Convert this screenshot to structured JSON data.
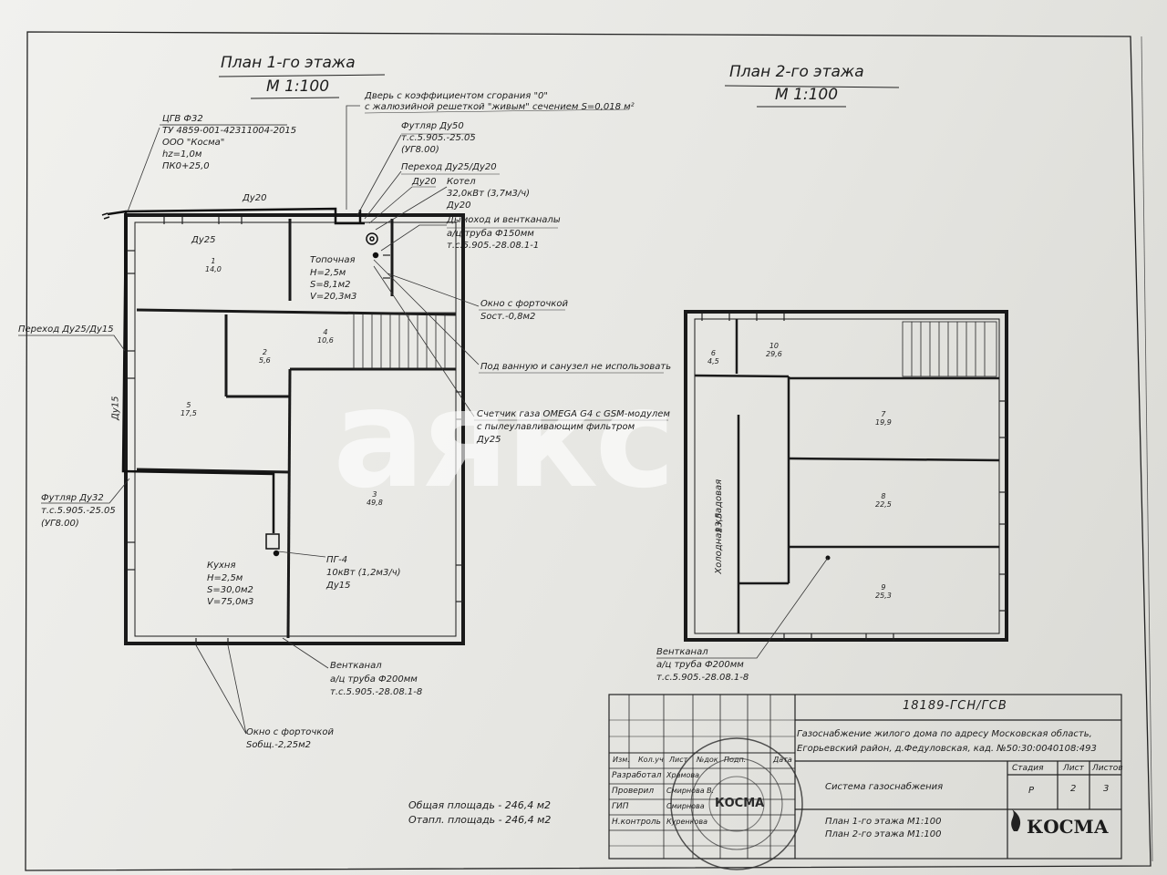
{
  "plan1": {
    "title": "План 1-го этажа",
    "scale": "М 1:100",
    "rooms": [
      {
        "num": "1",
        "area": "14,0"
      },
      {
        "num": "2",
        "area": "5,6"
      },
      {
        "num": "3",
        "area": "49,8"
      },
      {
        "num": "4",
        "area": "10,6"
      },
      {
        "num": "5",
        "area": "17,5"
      }
    ],
    "room_names": {
      "boiler": [
        "Топочная",
        "H=2,5м",
        "S=8,1м2",
        "V=20,3м3"
      ],
      "kitchen": [
        "Кухня",
        "H=2,5м",
        "S=30,0м2",
        "V=75,0м3"
      ]
    },
    "pipes": {
      "du20_top": "Ду20",
      "du25": "Ду25",
      "du15_vertical": "Ду15"
    },
    "callouts": {
      "door": [
        "Дверь с коэффициентом сгорания \"0\"",
        "с жалюзийной решеткой \"живым\" сечением S=0,018 м²"
      ],
      "csv": [
        "ЦГВ Ф32",
        "ТУ 4859-001-42311004-2015",
        "ООО \"Косма\"",
        "hz=1,0м",
        "ПК0+25,0"
      ],
      "sleeve50": [
        "Футляр Ду50",
        "т.с.5.905.-25.05",
        "(УГ8.00)"
      ],
      "transition_top": "Переход Ду25/Ду20",
      "du20": "Ду20",
      "boiler": [
        "Котел",
        "32,0кВт (3,7м3/ч)",
        "Ду20"
      ],
      "chimney": [
        "Дымоход и вентканалы",
        "а/ц труба Ф150мм",
        "т.с.5.905.-28.08.1-1"
      ],
      "window_boiler": [
        "Окно с форточкой",
        "Sост.-0,8м2"
      ],
      "bath_note": "Под ванную и санузел не использовать",
      "meter": [
        "Счетчик газа OMEGA G4 с GSM-модулем",
        "с пылеулавливающим фильтром",
        "Ду25"
      ],
      "transition_left": "Переход Ду25/Ду15",
      "sleeve32": [
        "Футляр Ду32",
        "т.с.5.905.-25.05",
        "(УГ8.00)"
      ],
      "stove": [
        "ПГ-4",
        "10кВт (1,2м3/ч)",
        "Ду15"
      ],
      "vent": [
        "Вентканал",
        "а/ц труба Ф200мм",
        "т.с.5.905.-28.08.1-8"
      ],
      "window_kitchen": [
        "Окно с форточкой",
        "Sобщ.-2,25м2"
      ]
    },
    "areas": [
      "Общая площадь - 246,4 м2",
      "Отапл. площадь - 246,4 м2"
    ]
  },
  "plan2": {
    "title": "План 2-го этажа",
    "scale": "М 1:100",
    "rooms": [
      {
        "num": "6",
        "area": "4,5"
      },
      {
        "num": "7",
        "area": "19,9"
      },
      {
        "num": "8",
        "area": "22,5"
      },
      {
        "num": "9",
        "area": "25,3"
      },
      {
        "num": "10",
        "area": "29,6"
      }
    ],
    "cold_storage": "Холодная кладовая",
    "cold_storage_area": "13,5",
    "vent": [
      "Вентканал",
      "а/ц труба Ф200мм",
      "т.с.5.905.-28.08.1-8"
    ]
  },
  "title_block": {
    "code": "18189-ГСН/ГСВ",
    "description": [
      "Газоснабжение жилого дома по адресу Московская область,",
      "Егорьевский район, д.Федуловская, кад. №50:30:0040108:493"
    ],
    "header_cols": [
      "Изм.",
      "Кол.уч",
      "Лист",
      "№док",
      "Подп.",
      "Дата"
    ],
    "roles": [
      {
        "role": "Разработал",
        "name": "Храмова"
      },
      {
        "role": "Проверил",
        "name": "Смирнова В."
      },
      {
        "role": "ГИП",
        "name": "Смирнова"
      },
      {
        "role": "Н.контроль",
        "name": "Куренкова"
      }
    ],
    "system": "Система газоснабжения",
    "stage_label": "Стадия",
    "sheet_label": "Лист",
    "sheets_label": "Листов",
    "stage": "Р",
    "sheet": "2",
    "sheets": "3",
    "sheet_names": [
      "План 1-го этажа М1:100",
      "План 2-го этажа М1:100"
    ],
    "company": "КОСМА",
    "stamp_text": "КОСМА"
  },
  "watermark": "аякс"
}
